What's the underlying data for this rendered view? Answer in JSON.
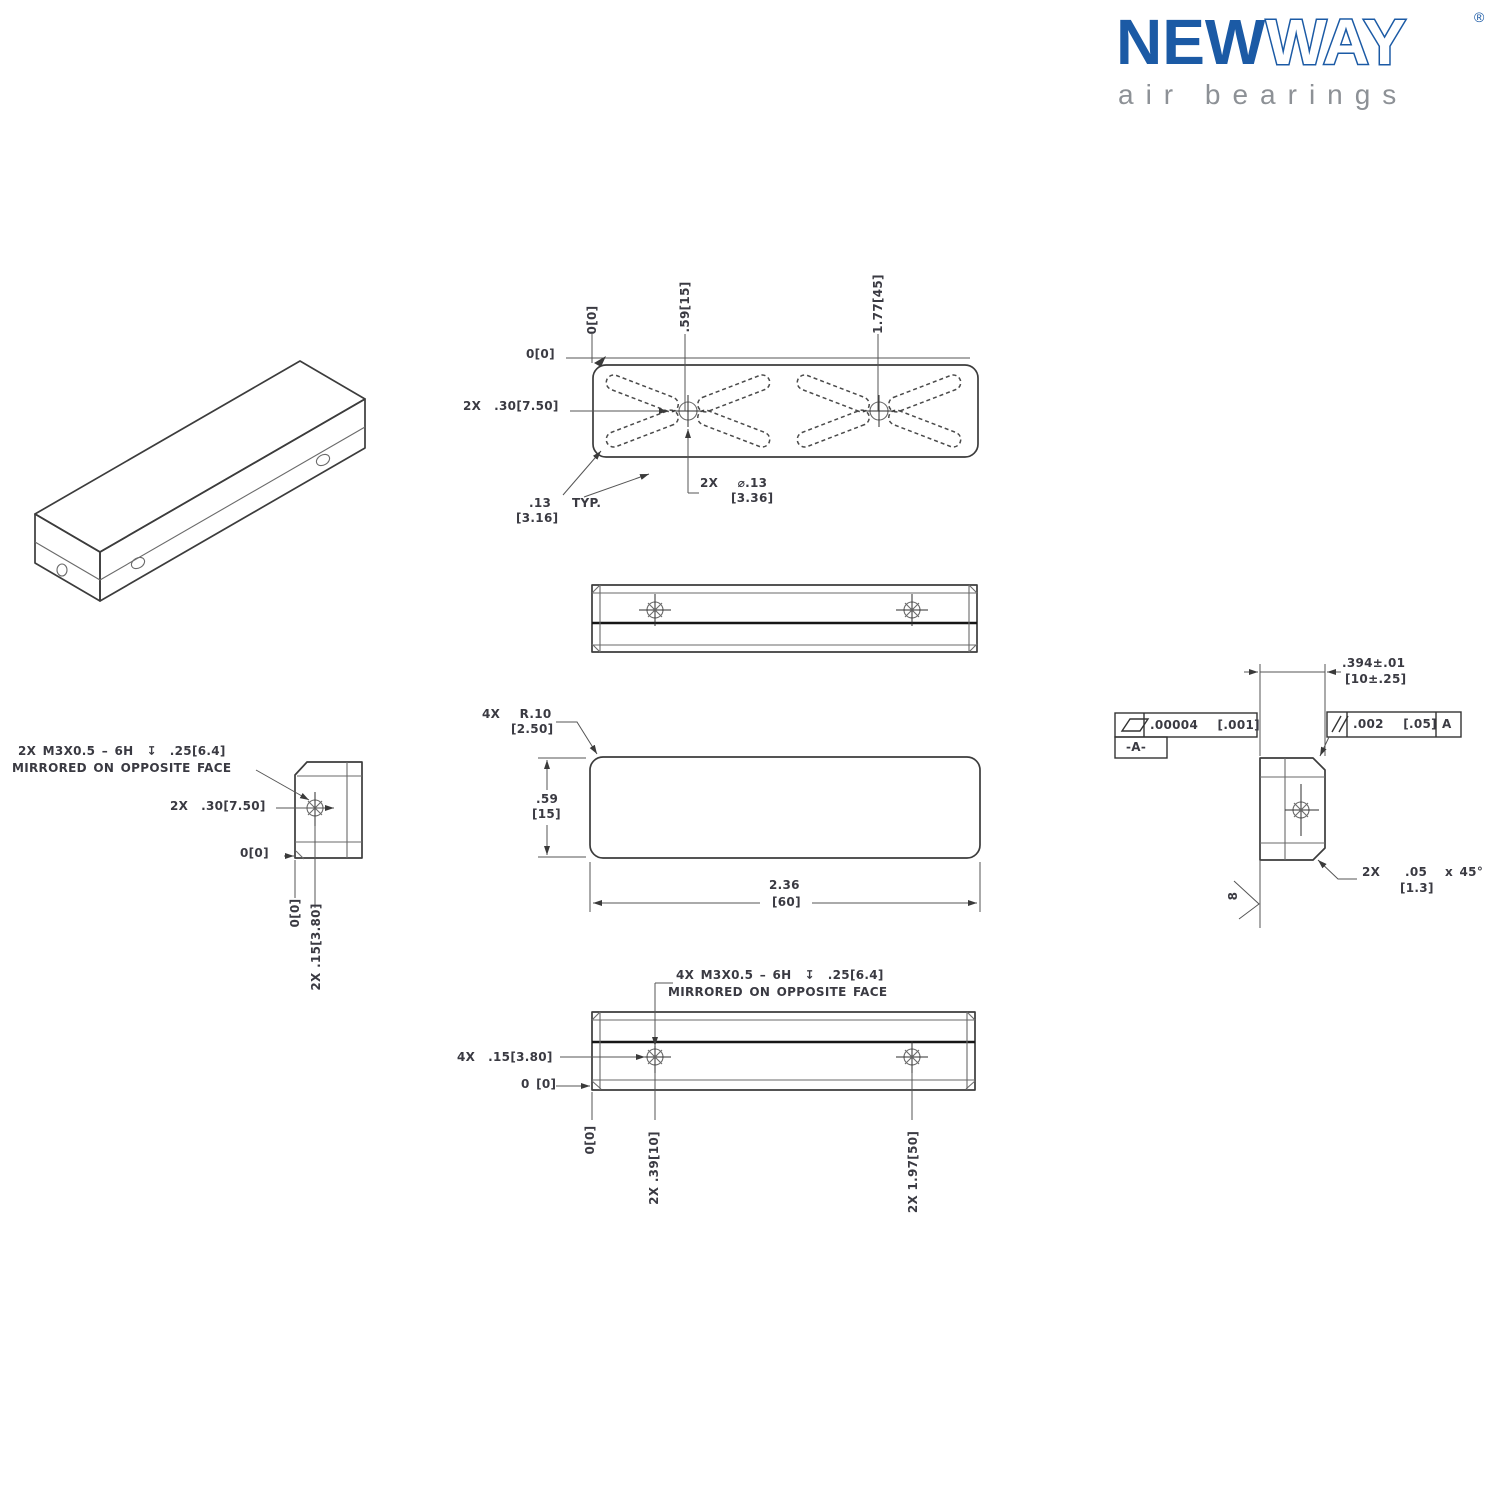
{
  "logo": {
    "new": "NEW",
    "way": "WAY",
    "reg": "®",
    "tagline": "air bearings",
    "brand_blue": "#1b5aa5",
    "tagline_gray": "#8d9196"
  },
  "drawing": {
    "top_view": {
      "ord_zero_v": "0[0]",
      "ord_hole1": ".59[15]",
      "ord_hole2": "1.77[45]",
      "zero_left": "0[0]",
      "hole_offset": "2X  .30[7.50]",
      "groove_width": ".13",
      "groove_typ": "TYP.",
      "groove_width_mm": "[3.16]",
      "port_dia": "2X   ⌀.13",
      "port_dia_mm": "[3.36]"
    },
    "front_view": {
      "corner_radius": "4X   R.10",
      "corner_radius_mm": "[2.50]",
      "height": ".59",
      "height_mm": "[15]",
      "width": "2.36",
      "width_mm": "[60]"
    },
    "left_view": {
      "thread_note": "2X M3X0.5 – 6H  ↧  .25[6.4]",
      "mirror_note": "MIRRORED ON OPPOSITE FACE",
      "hole_offset": "2X  .30[7.50]",
      "zero": "0[0]",
      "ord_zero": "0[0]",
      "ord_hole": "2X .15[3.80]"
    },
    "bottom_view": {
      "thread_note": "4X M3X0.5 – 6H  ↧  .25[6.4]",
      "mirror_note": "MIRRORED ON OPPOSITE FACE",
      "hole_edge_offset": "4X  .15[3.80]",
      "zero": "0 [0]",
      "ord_zero": "0[0]",
      "ord_hole1": "2X .39[10]",
      "ord_hole2": "2X 1.97[50]"
    },
    "right_view": {
      "thickness": ".394±.01",
      "thickness_mm": "[10±.25]",
      "flatness_value": ".00004   [.001]",
      "datum_label": "-A-",
      "parallelism_value": ".002   [.05]",
      "parallelism_datum": "A",
      "chamfer_qty": "2X",
      "chamfer_size": ".05",
      "chamfer_angle": "x 45°",
      "chamfer_size_mm": "[1.3]",
      "surface_finish": "8"
    }
  }
}
